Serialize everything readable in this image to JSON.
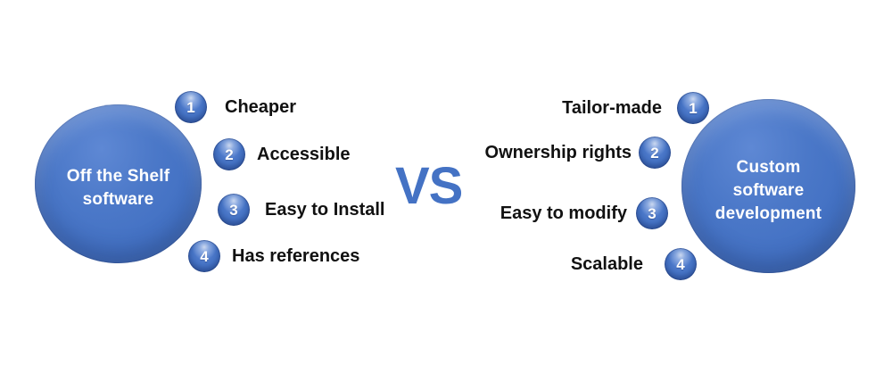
{
  "vs": "VS",
  "left": {
    "title_line1": "Off the Shelf",
    "title_line2": "software",
    "items": [
      {
        "num": "1",
        "label": "Cheaper"
      },
      {
        "num": "2",
        "label": "Accessible"
      },
      {
        "num": "3",
        "label": "Easy to Install"
      },
      {
        "num": "4",
        "label": "Has references"
      }
    ]
  },
  "right": {
    "title_line1": "Custom",
    "title_line2": "software",
    "title_line3": "development",
    "items": [
      {
        "num": "1",
        "label": "Tailor-made"
      },
      {
        "num": "2",
        "label": "Ownership rights"
      },
      {
        "num": "3",
        "label": "Easy to modify"
      },
      {
        "num": "4",
        "label": "Scalable"
      }
    ]
  },
  "colors": {
    "circle_blue": "#4472C4",
    "circle_edge_dark": "#2F5597",
    "badge_text": "#FFFFFF",
    "label_text": "#111111",
    "vs_blue": "#4472C4",
    "background": "#FFFFFF"
  }
}
